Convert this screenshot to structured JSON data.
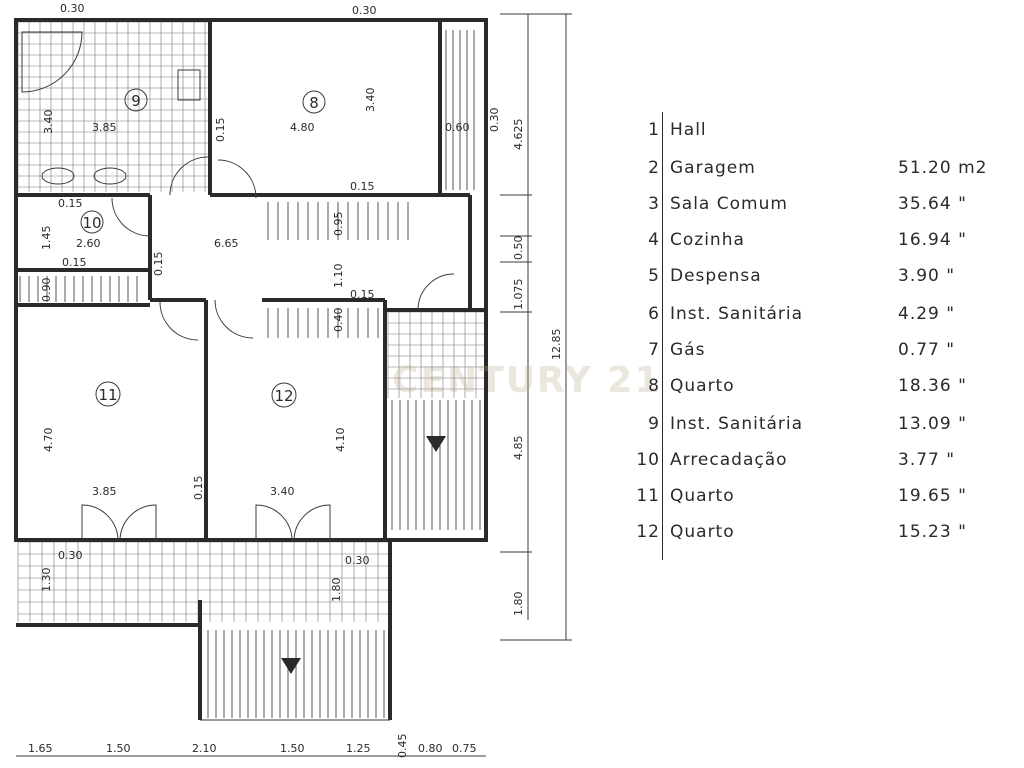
{
  "watermark": "CENTURY 21",
  "legend": [
    {
      "num": "1",
      "name": "Hall",
      "area": ""
    },
    {
      "num": "2",
      "name": "Garagem",
      "area": "51.20 m2"
    },
    {
      "num": "3",
      "name": "Sala Comum",
      "area": "35.64 \""
    },
    {
      "num": "4",
      "name": "Cozinha",
      "area": "16.94 \""
    },
    {
      "num": "5",
      "name": "Despensa",
      "area": "3.90 \""
    },
    {
      "num": "6",
      "name": "Inst. Sanitária",
      "area": "4.29 \""
    },
    {
      "num": "7",
      "name": "Gás",
      "area": "0.77 \""
    },
    {
      "num": "8",
      "name": "Quarto",
      "area": "18.36 \""
    },
    {
      "num": "9",
      "name": "Inst. Sanitária",
      "area": "13.09 \""
    },
    {
      "num": "10",
      "name": "Arrecadação",
      "area": "3.77 \""
    },
    {
      "num": "11",
      "name": "Quarto",
      "area": "19.65 \""
    },
    {
      "num": "12",
      "name": "Quarto",
      "area": "15.23 \""
    }
  ],
  "room_numbers": [
    "9",
    "8",
    "10",
    "11",
    "12"
  ],
  "dimensions": {
    "top_left": "0.30",
    "top_right": "0.30",
    "r9_h": "3.40",
    "r9_w": "3.85",
    "r8_w": "4.80",
    "r8_h": "3.40",
    "r8_side": "0.60",
    "wall_015a": "0.15",
    "wall_015b": "0.15",
    "r10_top": "0.15",
    "r10_h": "1.45",
    "r10_w": "2.60",
    "r10_bottom": "0.15",
    "stair_a": "0.95",
    "hall_w": "6.65",
    "hall_015": "0.15",
    "hall_h": "1.10",
    "hall_015b": "0.15",
    "stair_b": "0.40",
    "wall_090": "0.90",
    "r11_h": "4.70",
    "r11_w": "3.85",
    "r11_015": "0.15",
    "r12_h": "4.10",
    "r12_w": "3.40",
    "bal_030a": "0.30",
    "bal_130": "1.30",
    "bal_030b": "0.30",
    "bal_180": "1.80",
    "right_030": "0.30",
    "right_4625": "4.625",
    "right_050": "0.50",
    "right_1075": "1.075",
    "right_485": "4.85",
    "right_1285": "12.85",
    "right_180": "1.80",
    "bottom": [
      "1.65",
      "1.50",
      "2.10",
      "1.50",
      "1.25",
      "0.45",
      "0.80",
      "0.75"
    ]
  },
  "colors": {
    "ink": "#2a2a2a",
    "watermark": "#b8a98a"
  }
}
